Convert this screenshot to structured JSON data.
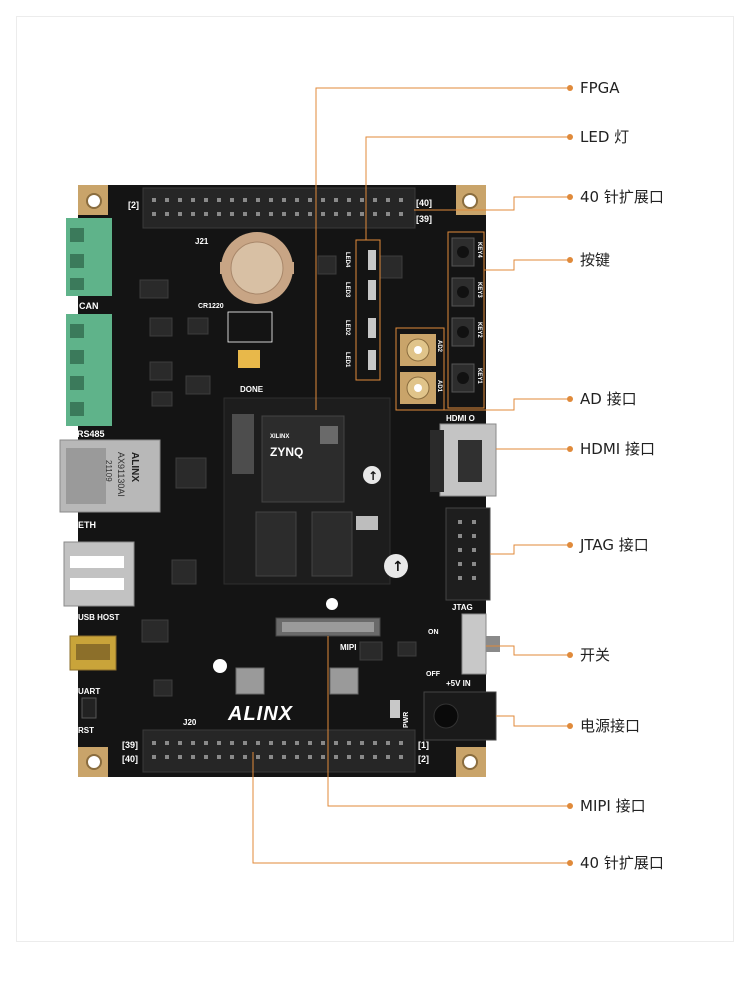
{
  "callouts": [
    {
      "id": "fpga",
      "label": "FPGA"
    },
    {
      "id": "led",
      "label": "LED 灯"
    },
    {
      "id": "header-top",
      "label": "40 针扩展口"
    },
    {
      "id": "keys",
      "label": "按键"
    },
    {
      "id": "ad",
      "label": "AD 接口"
    },
    {
      "id": "hdmi",
      "label": "HDMI 接口"
    },
    {
      "id": "jtag",
      "label": "JTAG 接口"
    },
    {
      "id": "switch",
      "label": "开关"
    },
    {
      "id": "power",
      "label": "电源接口"
    },
    {
      "id": "mipi",
      "label": "MIPI 接口"
    },
    {
      "id": "header-bottom",
      "label": "40 针扩展口"
    }
  ],
  "board": {
    "brand": "ALINX",
    "eth_brand": "ALINX",
    "eth_part": "AX91130AI",
    "eth_code": "21109",
    "chip_brand": "XILINX",
    "chip_name": "ZYNQ",
    "silkscreen": {
      "can": "CAN",
      "rs485": "RS485",
      "eth": "ETH",
      "usb_host": "USB HOST",
      "uart": "UART",
      "rst": "RST",
      "hdmi_o": "HDMI O",
      "jtag": "JTAG",
      "on": "ON",
      "off": "OFF",
      "power_in": "+5V IN",
      "pwr": "PWR",
      "mipi": "MIPI",
      "done": "DONE",
      "battery": "CR1220",
      "j21": "J21",
      "j20": "J20",
      "pin2": "[2]",
      "pin40": "[40]",
      "pin1": "[1]",
      "pin39": "[39]",
      "key1": "KEY1",
      "key2": "KEY2",
      "key3": "KEY3",
      "key4": "KEY4",
      "led1": "LED1",
      "led2": "LED2",
      "led3": "LED3",
      "led4": "LED4",
      "ad1": "AD1",
      "ad2": "AD2"
    }
  },
  "colors": {
    "leader": "#e08a3a",
    "pcb": "#141414",
    "gold": "#c9a46a",
    "terminal": "#5fb38a",
    "silver": "#b8b8b8"
  }
}
